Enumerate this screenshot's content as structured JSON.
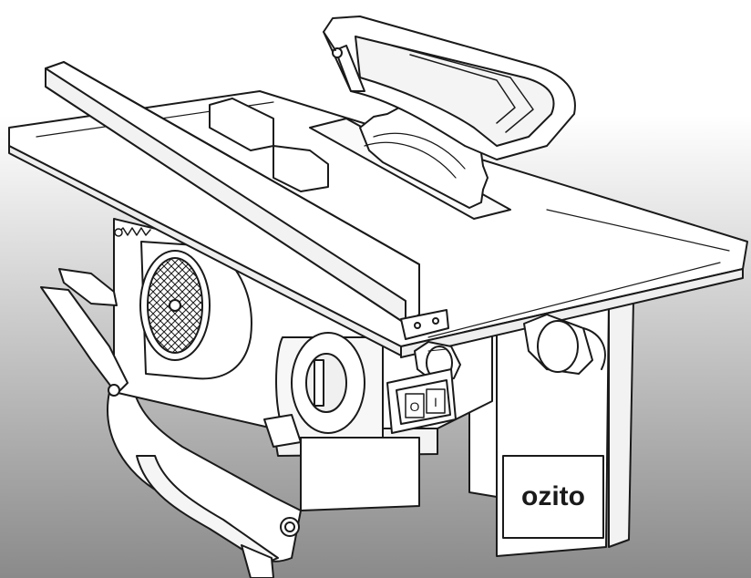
{
  "brand": {
    "logo_text": "ozito"
  },
  "switch": {
    "off_symbol": "O",
    "on_symbol": "I"
  },
  "colors": {
    "background_top": "#ffffff",
    "background_bottom": "#8a8a8a",
    "line": "#1a1a1a",
    "fill": "#ffffff"
  }
}
